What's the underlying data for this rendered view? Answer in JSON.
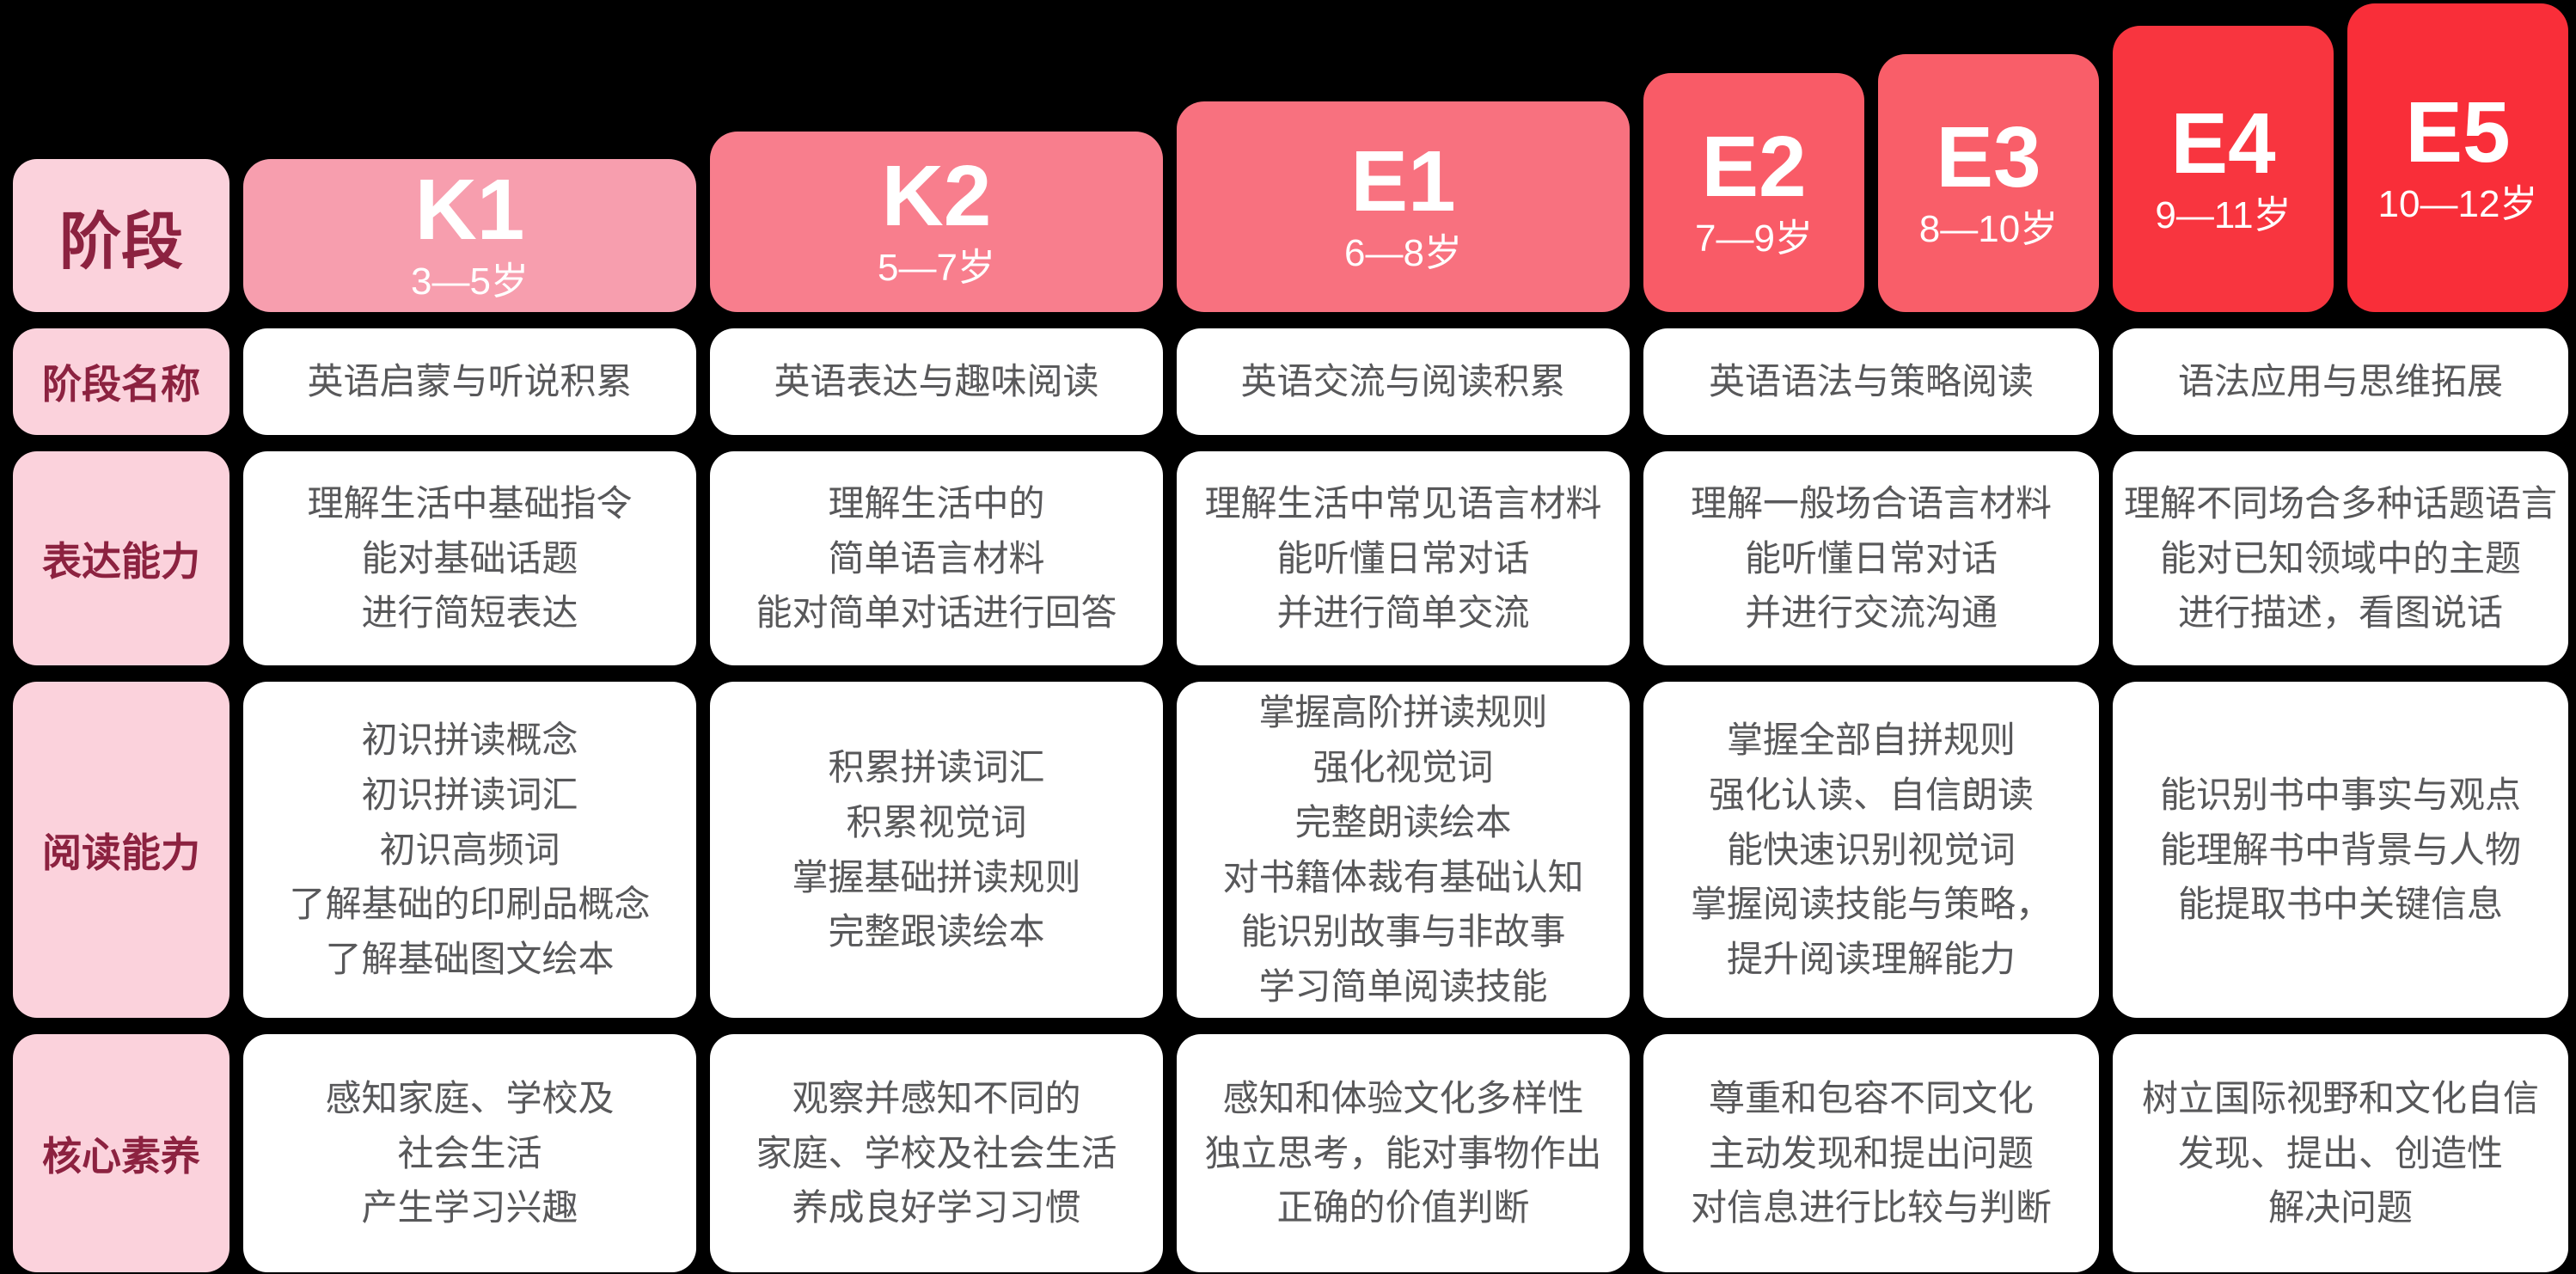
{
  "palette": {
    "background": "#000000",
    "label_bg": "#FBD2DC",
    "label_text": "#8C2240",
    "cell_bg": "#FFFFFF",
    "cell_text": "#58585A",
    "header_text": "#FFFFFF"
  },
  "stage_column": {
    "title": "阶段",
    "row_labels": [
      "阶段名称",
      "表达能力",
      "阅读能力",
      "核心素养"
    ]
  },
  "levels": [
    {
      "code": "K1",
      "age": "3—5岁",
      "color": "#F79EAE"
    },
    {
      "code": "K2",
      "age": "5—7岁",
      "color": "#F87E8D"
    },
    {
      "code": "E1",
      "age": "6—8岁",
      "color": "#F8717F"
    },
    {
      "code": "E2",
      "age": "7—9岁",
      "color": "#F95B67"
    },
    {
      "code": "E3",
      "age": "8—10岁",
      "color": "#F95E69"
    },
    {
      "code": "E4",
      "age": "9—11岁",
      "color": "#F8353F"
    },
    {
      "code": "E5",
      "age": "10—12岁",
      "color": "#F92E39"
    }
  ],
  "body": {
    "k1": {
      "name": "英语启蒙与听说积累",
      "expression": "理解生活中基础指令\n能对基础话题\n进行简短表达",
      "reading": "初识拼读概念\n初识拼读词汇\n初识高频词\n了解基础的印刷品概念\n了解基础图文绘本",
      "core": "感知家庭、学校及\n社会生活\n产生学习兴趣"
    },
    "k2": {
      "name": "英语表达与趣味阅读",
      "expression": "理解生活中的\n简单语言材料\n能对简单对话进行回答",
      "reading": "积累拼读词汇\n积累视觉词\n掌握基础拼读规则\n完整跟读绘本",
      "core": "观察并感知不同的\n家庭、学校及社会生活\n养成良好学习习惯"
    },
    "e1": {
      "name": "英语交流与阅读积累",
      "expression": "理解生活中常见语言材料\n能听懂日常对话\n并进行简单交流",
      "reading": "掌握高阶拼读规则\n强化视觉词\n完整朗读绘本\n对书籍体裁有基础认知\n能识别故事与非故事\n学习简单阅读技能",
      "core": "感知和体验文化多样性\n独立思考，能对事物作出\n正确的价值判断"
    },
    "e2_e3": {
      "name": "英语语法与策略阅读",
      "expression": "理解一般场合语言材料\n能听懂日常对话\n并进行交流沟通",
      "reading": "掌握全部自拼规则\n强化认读、自信朗读\n能快速识别视觉词\n掌握阅读技能与策略，\n提升阅读理解能力",
      "core": "尊重和包容不同文化\n主动发现和提出问题\n对信息进行比较与判断"
    },
    "e4_e5": {
      "name": "语法应用与思维拓展",
      "expression": "理解不同场合多种话题语言\n能对已知领域中的主题\n进行描述，看图说话",
      "reading": "能识别书中事实与观点\n能理解书中背景与人物\n能提取书中关键信息",
      "core": "树立国际视野和文化自信\n发现、提出、创造性\n解决问题"
    }
  }
}
